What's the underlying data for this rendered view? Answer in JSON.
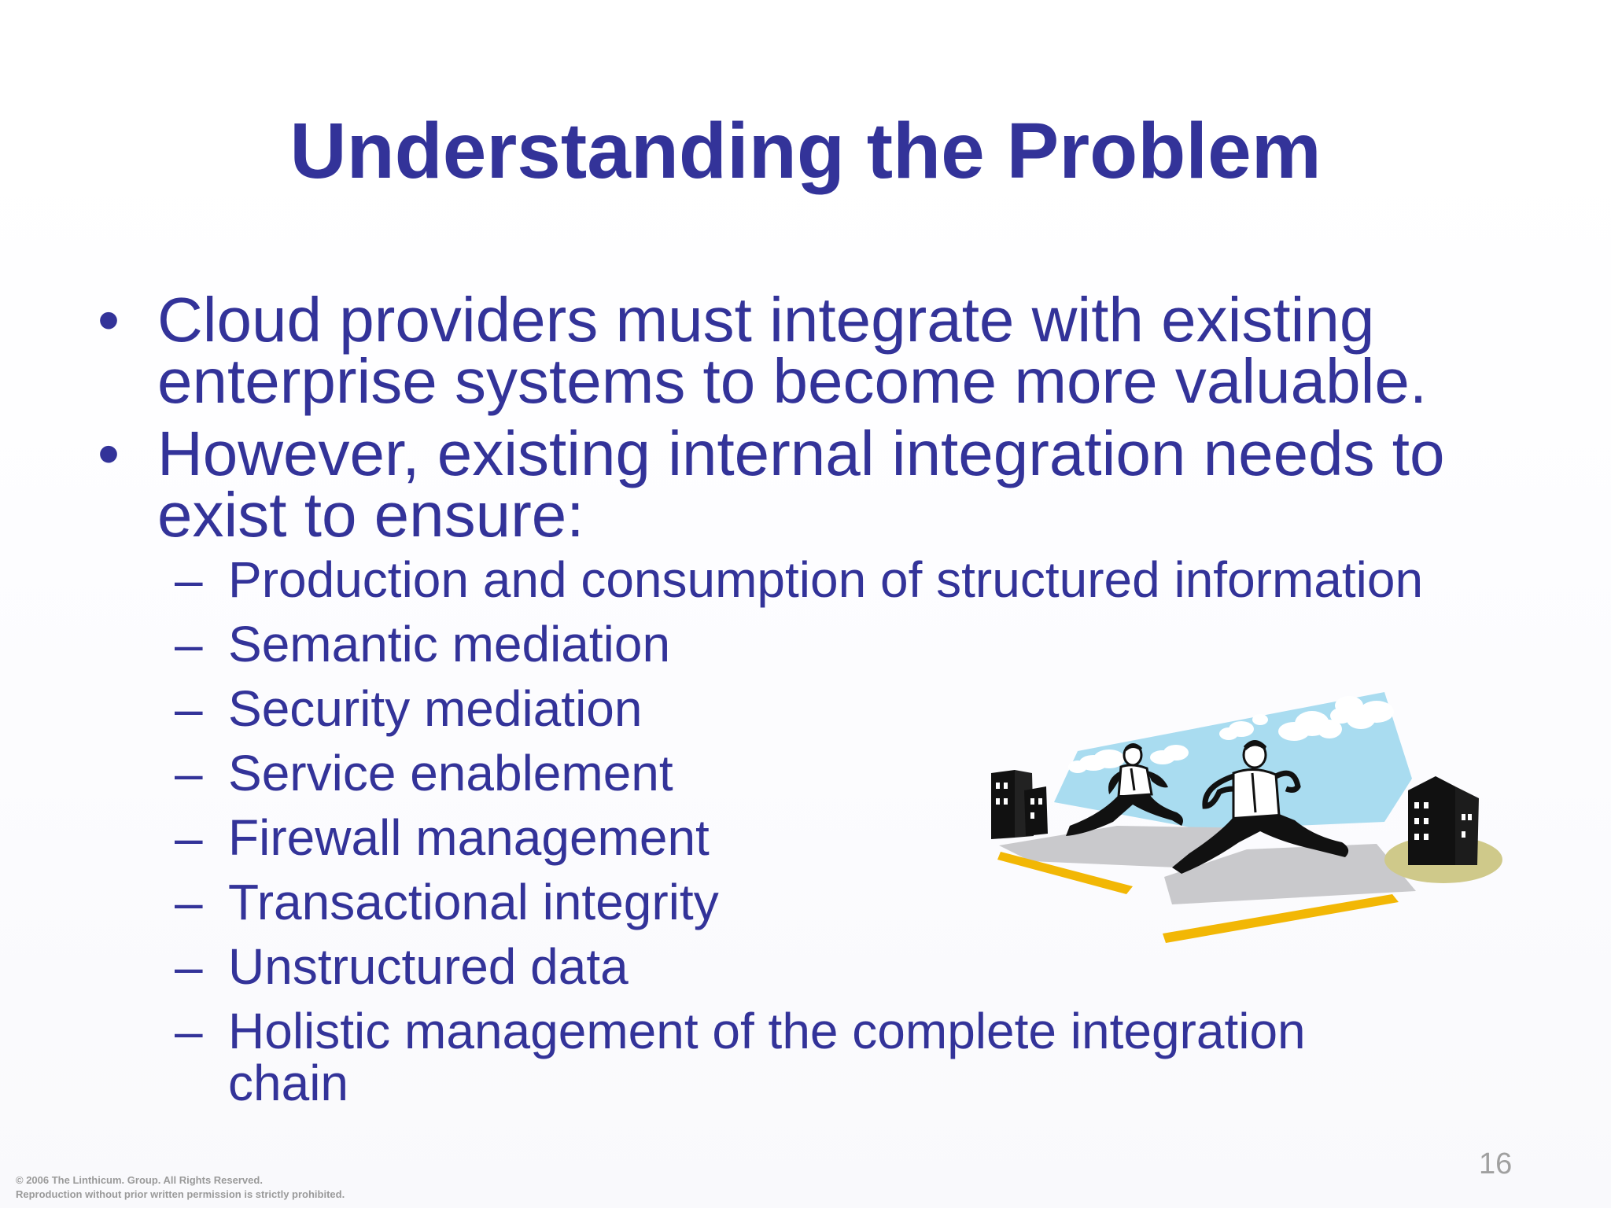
{
  "slide": {
    "title": "Understanding the Problem",
    "bullets": [
      {
        "symbol": "•",
        "lines": [
          "Cloud providers must integrate with existing",
          "enterprise systems to become more valuable."
        ]
      },
      {
        "symbol": "•",
        "lines": [
          "However, existing internal integration needs to",
          "exist to ensure:"
        ]
      }
    ],
    "sub_bullets": [
      {
        "dash": "–",
        "lines": [
          "Production and consumption of structured information"
        ]
      },
      {
        "dash": "–",
        "lines": [
          "Semantic mediation"
        ]
      },
      {
        "dash": "–",
        "lines": [
          "Security mediation"
        ]
      },
      {
        "dash": "–",
        "lines": [
          "Service enablement"
        ]
      },
      {
        "dash": "–",
        "lines": [
          "Firewall management"
        ]
      },
      {
        "dash": "–",
        "lines": [
          "Transactional integrity"
        ]
      },
      {
        "dash": "–",
        "lines": [
          "Unstructured data"
        ]
      },
      {
        "dash": "–",
        "lines": [
          "Holistic management of the complete integration",
          "chain"
        ]
      }
    ],
    "copyright": [
      "© 2006 The Linthicum. Group. All Rights Reserved.",
      "Reproduction without prior written permission is strictly prohibited."
    ],
    "page_number": "16",
    "colors": {
      "text": "#333399",
      "sky": "#a9dcf0",
      "accent_yellow": "#f2b705",
      "ground": "#c9c9cc"
    }
  },
  "illustration": {
    "subject": "two businessmen running between office buildings",
    "icon": "running-businessmen-clipart"
  }
}
